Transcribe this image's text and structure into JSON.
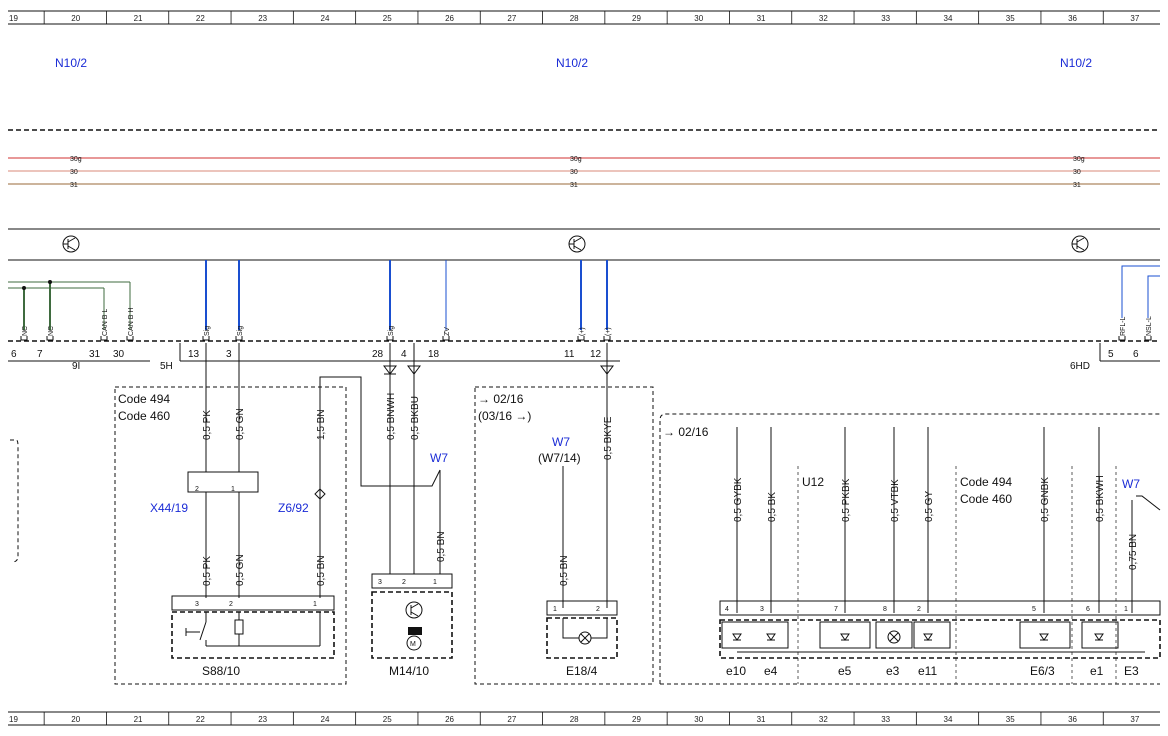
{
  "grid_numbers": [
    "19",
    "20",
    "21",
    "22",
    "23",
    "24",
    "25",
    "26",
    "27",
    "28",
    "29",
    "30",
    "31",
    "32",
    "33",
    "34",
    "35",
    "36",
    "37"
  ],
  "module_labels": [
    "N10/2",
    "N10/2",
    "N10/2"
  ],
  "bus_lines": [
    {
      "label": "30g",
      "color": "#d23030"
    },
    {
      "label": "30",
      "color": "#d88a7a"
    },
    {
      "label": "31",
      "color": "#9a6a3a"
    }
  ],
  "bus_label_repeat": 3,
  "left_pins": {
    "tags": [
      "NC",
      "NC",
      "CAN B L",
      "CAN B H"
    ],
    "numbers": [
      "6",
      "7",
      "31",
      "30"
    ],
    "connector_9": "9I",
    "connector_5": "5H"
  },
  "mid_pins": {
    "tags": [
      "Sig",
      "Sig",
      "Sig",
      "ZV",
      "(+)",
      "(+)"
    ],
    "numbers": [
      "13",
      "3",
      "28",
      "4",
      "18",
      "11",
      "12"
    ]
  },
  "right_pins": {
    "tags": [
      "RFL-L",
      "NSL-L"
    ],
    "numbers": [
      "5",
      "6"
    ],
    "connector": "6HD"
  },
  "blocks": {
    "s88": {
      "code_a": "Code 494",
      "code_b": "Code 460",
      "wire_top": [
        "0,5 PK",
        "0,5 GN",
        "1,5 BN"
      ],
      "wire_bottom": [
        "0,5 PK",
        "0,5 GN",
        "0,5 BN"
      ],
      "x44_pins": [
        "2",
        "1"
      ],
      "x44": "X44/19",
      "z6": "Z6/92",
      "pins": [
        "3",
        "2",
        "1"
      ],
      "name": "S88/10"
    },
    "m14": {
      "wires": [
        "0,5 BNWH",
        "0,5 BKBU",
        "0,5 BN"
      ],
      "w7": "W7",
      "pins": [
        "3",
        "2",
        "1"
      ],
      "motor": "M",
      "name": "M14/10"
    },
    "e18": {
      "ref_a": "→ 02/16",
      "ref_b": "(03/16 →)",
      "w7": "W7",
      "w7b": "(W7/14)",
      "wires": [
        "0,5 BKYE",
        "0,5 BN"
      ],
      "pins": [
        "1",
        "2"
      ],
      "name": "E18/4"
    },
    "e_right": {
      "ref": "→ 02/16",
      "u12": "U12",
      "code_a": "Code 494",
      "code_b": "Code 460",
      "w7": "W7",
      "wires": [
        "0,5 GYBK",
        "0,5 BK",
        "0,5 PKBK",
        "0,5 VTBK",
        "0,5 GY",
        "0,5 GNBK",
        "0,5 BKWH",
        "0,75 BN"
      ],
      "pins": [
        "4",
        "3",
        "7",
        "8",
        "2",
        "5",
        "6",
        "1"
      ],
      "subs": [
        "e10",
        "e4",
        "e5",
        "e3",
        "e11",
        "E6/3",
        "e1",
        "E3"
      ]
    }
  }
}
